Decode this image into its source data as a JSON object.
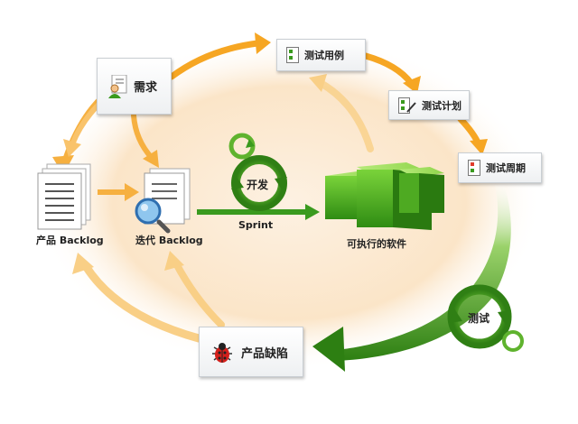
{
  "nodes": {
    "requirement": "需求",
    "test_case": "测试用例",
    "test_plan": "测试计划",
    "test_cycle": "测试周期",
    "product_backlog": "产品 Backlog",
    "iteration_backlog": "迭代 Backlog",
    "develop": "开发",
    "sprint": "Sprint",
    "executable_software": "可执行的软件",
    "testing": "测试",
    "product_defect": "产品缺陷"
  },
  "colors": {
    "arrow_orange": "#f6a623",
    "arrow_light_orange": "#f9cf86",
    "green": "#3a9a1e",
    "light_green": "#8fd44a",
    "ellipse_fill": "#fbe5c8",
    "bug_red": "#d4201b"
  },
  "icons": [
    "document-icon",
    "magnifier-icon",
    "user-icon",
    "checklist-icon",
    "edit-icon",
    "bug-icon",
    "cycle-icon",
    "cube-icon"
  ]
}
